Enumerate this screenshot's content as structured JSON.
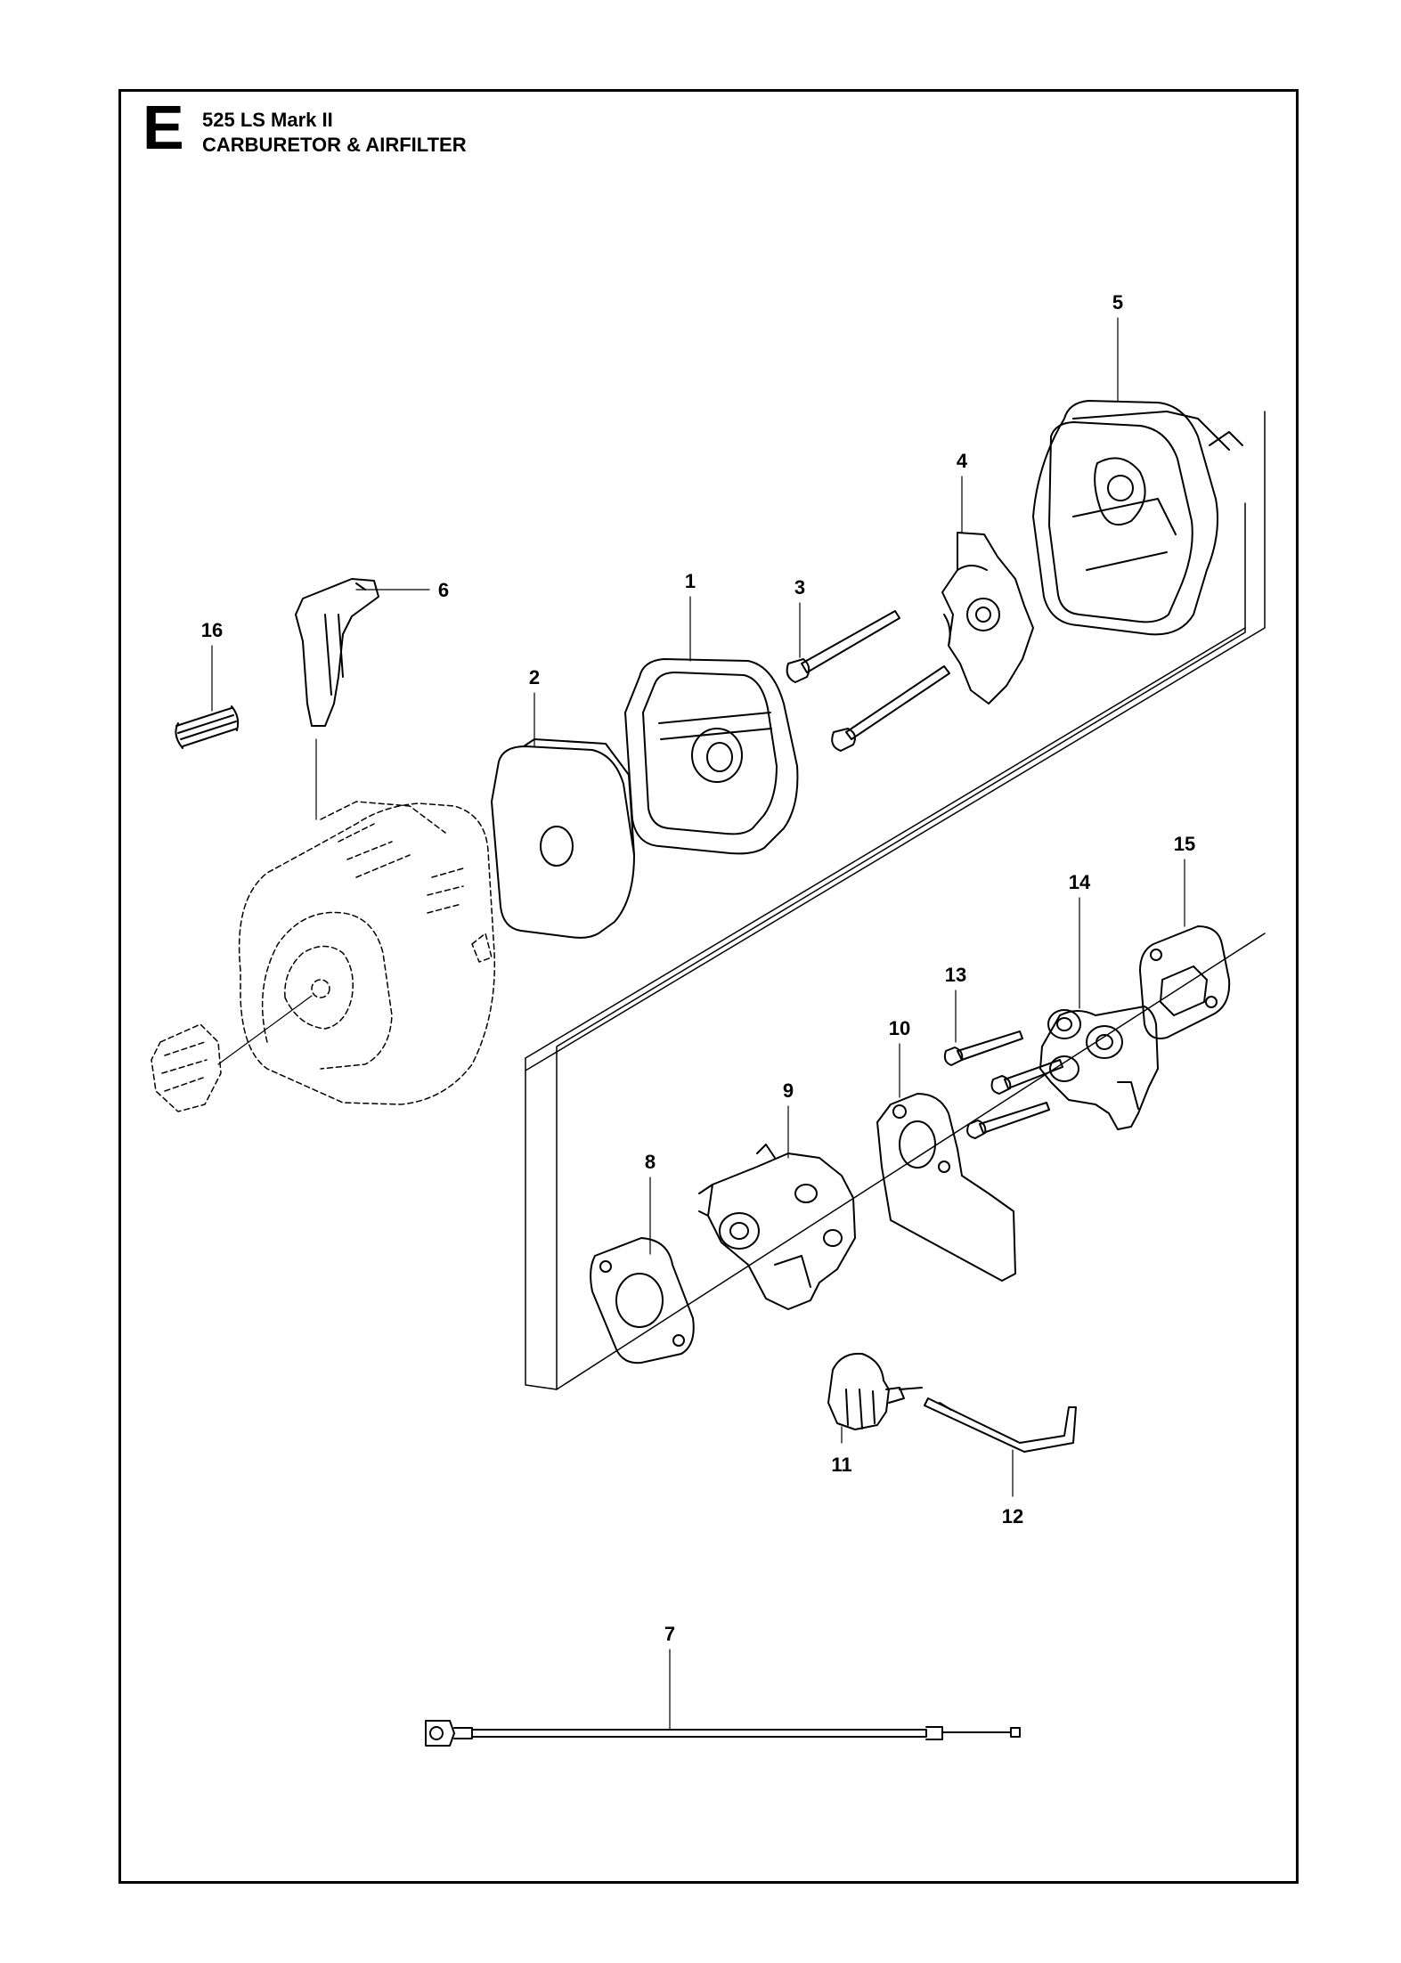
{
  "header": {
    "section_letter": "E",
    "model": "525 LS Mark II",
    "title": "CARBURETOR & AIRFILTER"
  },
  "callouts": [
    "1",
    "2",
    "3",
    "4",
    "5",
    "6",
    "7",
    "8",
    "9",
    "10",
    "11",
    "12",
    "13",
    "14",
    "15",
    "16"
  ]
}
